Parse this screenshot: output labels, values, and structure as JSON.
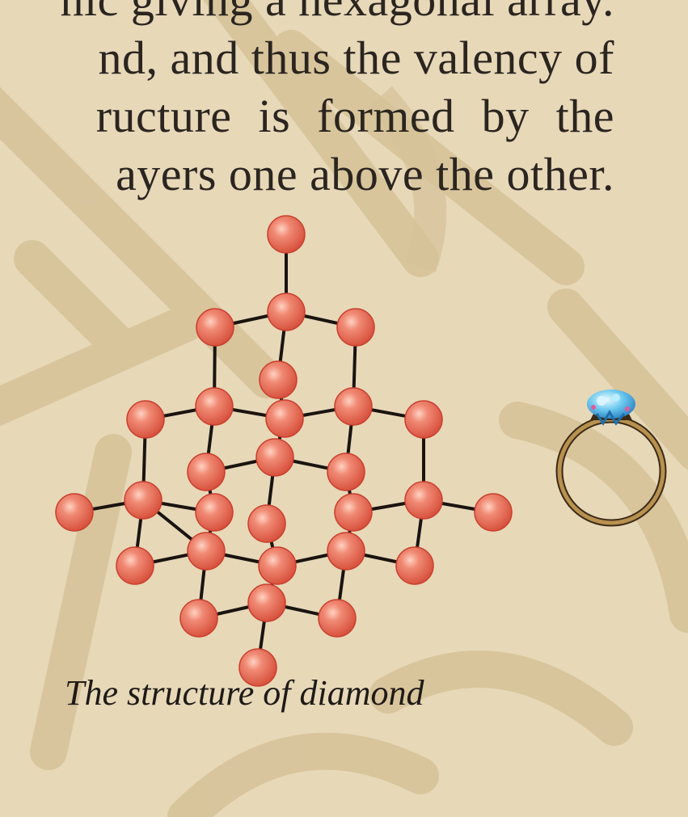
{
  "text": {
    "lines": [
      "nic giving a hexagonal array.",
      "nd, and thus the valency of",
      "ructure is formed by the",
      "ayers one above the other."
    ]
  },
  "figure": {
    "caption": "The structure of diamond",
    "atom_color": "#e8705c",
    "bond_color": "#1a1410",
    "ring_color": "#8a6a3a",
    "gem_color": "#5ab8e8"
  },
  "colors": {
    "background": "#e7d8b8",
    "watermark": "#d8c59c",
    "text": "#2b2520"
  }
}
